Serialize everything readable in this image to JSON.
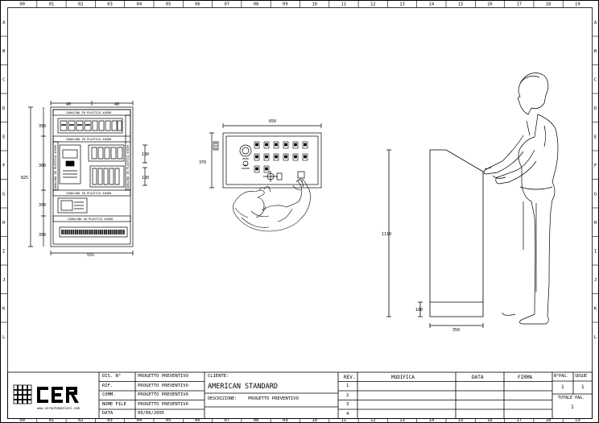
{
  "grid": {
    "columns": [
      "00",
      "01",
      "02",
      "03",
      "04",
      "05",
      "06",
      "07",
      "08",
      "09",
      "10",
      "11",
      "12",
      "13",
      "14",
      "15",
      "16",
      "17",
      "18",
      "19"
    ],
    "rows": [
      "A",
      "B",
      "C",
      "D",
      "E",
      "F",
      "G",
      "H",
      "I",
      "J",
      "K",
      "L"
    ]
  },
  "cabinet": {
    "dims": {
      "top_left": "40",
      "top_right": "40",
      "height_total": "825",
      "h1": "350",
      "h2": "300",
      "h3": "350",
      "h4": "350",
      "width": "555",
      "right_1": "130",
      "right_2": "130"
    },
    "labels": {
      "duct_1": "CANALINA IN PLASTICA 40X80",
      "duct_2": "CANALINA IN PLASTICA 40X80",
      "duct_vertical": "CANALINA IN PLASTICA 40X80",
      "duct_3": "CANALINA IN PLASTICA 40X80",
      "duct_4": "CANALINA IN PLASTICA 40X80",
      "duct_right": "CANALINA IN PLASTICA 40X80"
    }
  },
  "panel": {
    "width": "650",
    "height": "370"
  },
  "console": {
    "height": "1110",
    "base": "100",
    "depth": "350"
  },
  "title_block": {
    "logo_text": "CER",
    "logo_url_text": "www.cerautomazioni.com",
    "fields": [
      {
        "label": "DIS. N°",
        "value": "PROGETTO PREVENTIVO"
      },
      {
        "label": "RIF.",
        "value": "PROGETTO PREVENTIVO"
      },
      {
        "label": "COMM.",
        "value": "PROGETTO PREVENTIVO"
      },
      {
        "label": "NOME FILE",
        "value": "PROGETTO PREVENTIVO"
      },
      {
        "label": "DATA",
        "value": "09/06/2005"
      }
    ],
    "client_label": "CLIENTE:",
    "client_value": "AMERICAN STANDARD",
    "description_label": "DESCRIZIONE:",
    "description_value": "PROGETTO PREVENTIVO",
    "rev_header": "REV.",
    "modifica_header": "MODIFICA",
    "data_header": "DATA",
    "firma_header": "FIRMA",
    "revs": [
      "1",
      "2",
      "3",
      "4"
    ],
    "npag_label": "N°PAG.",
    "npag_value": "1",
    "segue_label": "SEGUE",
    "segue_value": "1",
    "totale_label": "TOTALE PAG.",
    "totale_value": "1"
  }
}
